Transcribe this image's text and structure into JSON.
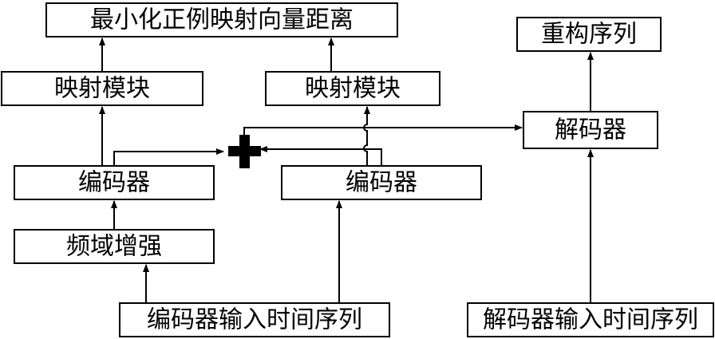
{
  "nodes": {
    "objective": "最小化正例映射向量距离",
    "map_left": "映射模块",
    "map_mid": "映射模块",
    "reconstruct": "重构序列",
    "decoder": "解码器",
    "encoder_left": "编码器",
    "encoder_mid": "编码器",
    "freq_aug": "频域增强",
    "enc_input": "编码器输入时间序列",
    "dec_input": "解码器输入时间序列"
  },
  "operators": {
    "combine": "addition-operator"
  },
  "colors": {
    "stroke": "#000000",
    "background": "#ffffff"
  }
}
